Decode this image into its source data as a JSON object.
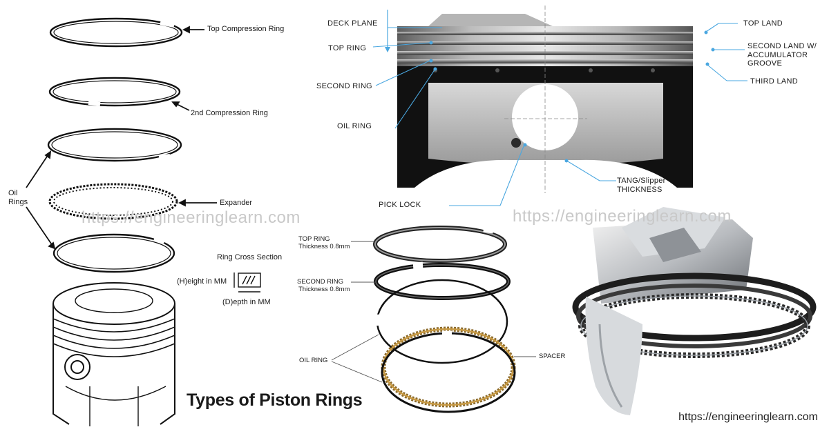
{
  "title": "Types of Piston Rings",
  "credit": "https://engineeringlearn.com",
  "watermark": "https://engineeringlearn.com",
  "left_panel": {
    "top_compression": "Top Compression Ring",
    "second_compression": "2nd Compression Ring",
    "oil_rings": "Oil\nRings",
    "expander": "Expander",
    "cross_section_title": "Ring Cross Section",
    "cross_height": "(H)eight in MM",
    "cross_depth": "(D)epth in MM"
  },
  "piston_diagram": {
    "deck_plane": "DECK PLANE",
    "top_ring": "TOP RING",
    "second_ring": "SECOND RING",
    "oil_ring": "OIL RING",
    "top_land": "TOP LAND",
    "second_land": "SECOND LAND W/\nACCUMULATOR\nGROOVE",
    "third_land": "THIRD LAND",
    "tang": "TANG/Slipper\nTHICKNESS",
    "pick_lock": "PICK LOCK"
  },
  "ring_set": {
    "top_ring": "TOP RING",
    "top_thickness": "Thickness 0.8mm",
    "second_ring": "SECOND RING",
    "second_thickness": "Thickness 0.8mm",
    "oil_ring": "OIL RING",
    "spacer": "SPACER"
  },
  "colors": {
    "leader_blue": "#4aa7e0",
    "ink": "#1a1a1a",
    "watermark": "#c9c9c9"
  }
}
